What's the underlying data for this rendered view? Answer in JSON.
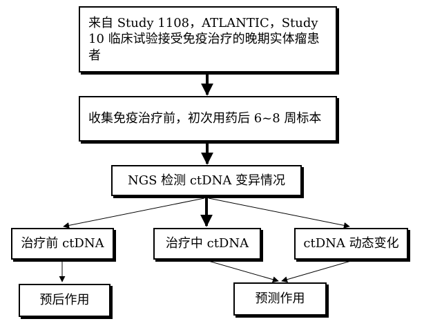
{
  "diagram": {
    "nodes": {
      "source": "来自 Study 1108，ATLANTIC，Study 10 临床试验接受免疫治疗的晚期实体瘤患者",
      "collect": "收集免疫治疗前，初次用药后 6~8 周标本",
      "ngs": "NGS 检测 ctDNA 变异情况",
      "pre_treatment": "治疗前 ctDNA",
      "on_treatment": "治疗中 ctDNA",
      "dynamics": "ctDNA 动态变化",
      "prognostic": "预后作用",
      "predictive": "预测作用"
    },
    "edges": [
      {
        "from": "source",
        "to": "collect"
      },
      {
        "from": "collect",
        "to": "ngs"
      },
      {
        "from": "ngs",
        "to": "pre_treatment"
      },
      {
        "from": "ngs",
        "to": "on_treatment"
      },
      {
        "from": "ngs",
        "to": "dynamics"
      },
      {
        "from": "pre_treatment",
        "to": "prognostic"
      },
      {
        "from": "on_treatment",
        "to": "predictive"
      },
      {
        "from": "dynamics",
        "to": "predictive"
      }
    ]
  }
}
